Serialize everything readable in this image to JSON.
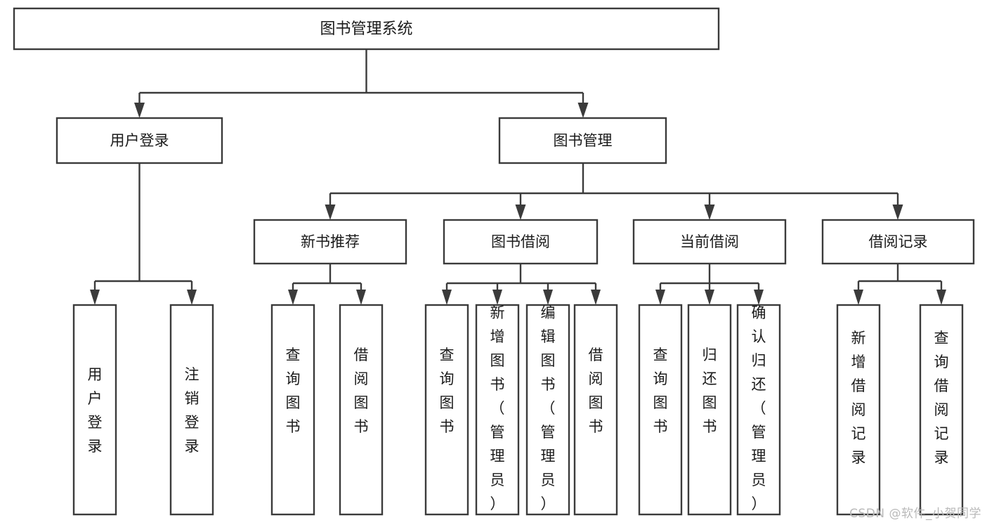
{
  "diagram": {
    "type": "tree-hierarchy-diagram",
    "root": {
      "id": "root",
      "label": "图书管理系统"
    },
    "level2": [
      {
        "id": "user-login",
        "label": "用户登录"
      },
      {
        "id": "book-manage",
        "label": "图书管理"
      }
    ],
    "level3": [
      {
        "id": "new-book-rec",
        "label": "新书推荐",
        "parent": "book-manage"
      },
      {
        "id": "book-borrow",
        "label": "图书借阅",
        "parent": "book-manage"
      },
      {
        "id": "current-borrow",
        "label": "当前借阅",
        "parent": "book-manage"
      },
      {
        "id": "borrow-record",
        "label": "借阅记录",
        "parent": "book-manage"
      }
    ],
    "leaves": {
      "user-login": [
        {
          "id": "leaf-user-login",
          "label": "用户登录"
        },
        {
          "id": "leaf-user-logout",
          "label": "注销登录"
        }
      ],
      "new-book-rec": [
        {
          "id": "leaf-query-book-1",
          "label": "查询图书"
        },
        {
          "id": "leaf-borrow-book-1",
          "label": "借阅图书"
        }
      ],
      "book-borrow": [
        {
          "id": "leaf-query-book-2",
          "label": "查询图书"
        },
        {
          "id": "leaf-add-book",
          "label": "新增图书（管理员）"
        },
        {
          "id": "leaf-edit-book",
          "label": "编辑图书（管理员）"
        },
        {
          "id": "leaf-borrow-book-2",
          "label": "借阅图书"
        }
      ],
      "current-borrow": [
        {
          "id": "leaf-query-book-3",
          "label": "查询图书"
        },
        {
          "id": "leaf-return-book",
          "label": "归还图书"
        },
        {
          "id": "leaf-confirm-return",
          "label": "确认归还（管理员）"
        }
      ],
      "borrow-record": [
        {
          "id": "leaf-add-record",
          "label": "新增借阅记录"
        },
        {
          "id": "leaf-query-record",
          "label": "查询借阅记录"
        }
      ]
    }
  },
  "watermark": {
    "text": "CSDN @软件_小贺同学"
  },
  "colors": {
    "box_stroke": "#3b3b3b",
    "box_fill": "#ffffff",
    "text": "#1b1b1b",
    "background": "#ffffff",
    "watermark": "#b9b9b9"
  }
}
